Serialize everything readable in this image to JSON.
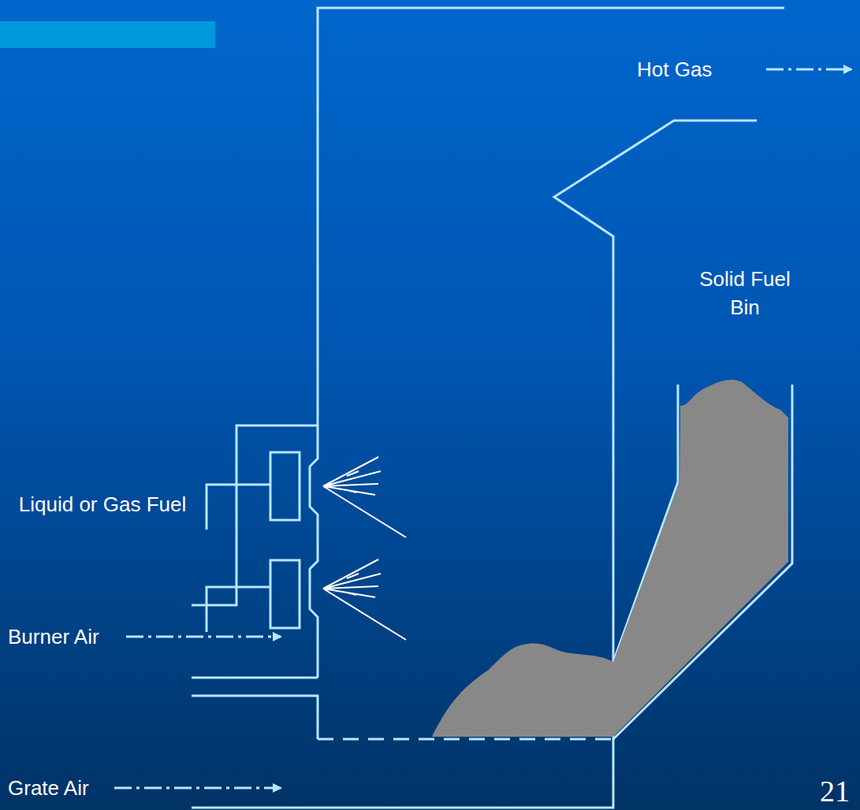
{
  "diagram": {
    "labels": [
      "Hot Gas",
      "Solid Fuel Bin",
      "Liquid or Gas Fuel",
      "Burner Air",
      "Grate Air",
      "21"
    ]
  }
}
